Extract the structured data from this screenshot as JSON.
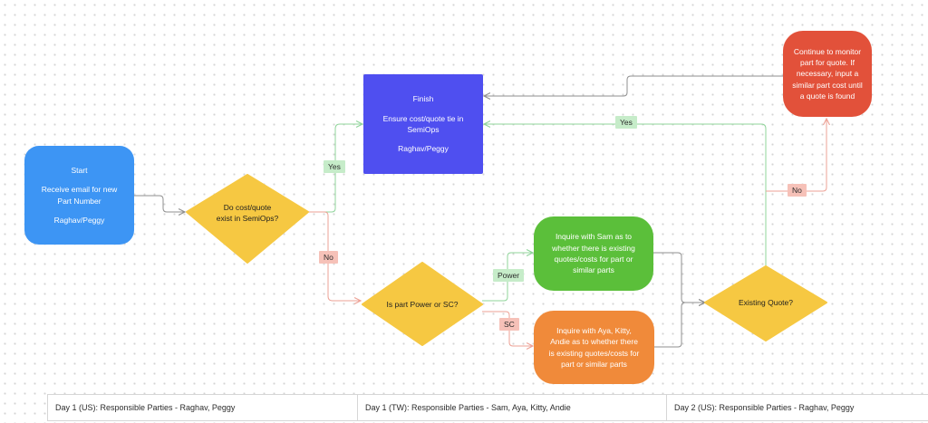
{
  "nodes": {
    "start": {
      "title": "Start",
      "body": "Receive email for new Part Number",
      "owner": "Raghav/Peggy"
    },
    "finish": {
      "title": "Finish",
      "body": "Ensure cost/quote tie in SemiOps",
      "owner": "Raghav/Peggy"
    },
    "monitor": {
      "text": "Continue to monitor part for quote. If necessary, input a similar part cost until a quote is found"
    },
    "inquire_power": {
      "text": "Inquire with Sam as to whether there is existing quotes/costs for part or similar parts"
    },
    "inquire_sc": {
      "text": "Inquire with Aya, Kitty, Andie as to whether there is existing quotes/costs for part or similar parts"
    },
    "decision_semiops": {
      "text": "Do cost/quote exist in SemiOps?"
    },
    "decision_type": {
      "text": "Is part Power or SC?"
    },
    "decision_quote": {
      "text": "Existing Quote?"
    }
  },
  "edge_labels": {
    "semiops_yes": "Yes",
    "semiops_no": "No",
    "type_power": "Power",
    "type_sc": "SC",
    "quote_yes": "Yes",
    "quote_no": "No"
  },
  "footer": [
    "Day 1 (US): Responsible Parties - Raghav, Peggy",
    "Day 1 (TW): Responsible Parties - Sam, Aya, Kitty, Andie",
    "Day 2 (US): Responsible Parties - Raghav, Peggy"
  ],
  "colors": {
    "start": "#3d95f4",
    "finish": "#4f4ff0",
    "monitor": "#e2513a",
    "inquire_power": "#5bbf3a",
    "inquire_sc": "#f08a3a",
    "decision": "#f6c842",
    "edge_gray": "#8f8f8f",
    "edge_green": "#8fd49a",
    "edge_red": "#eda296"
  }
}
